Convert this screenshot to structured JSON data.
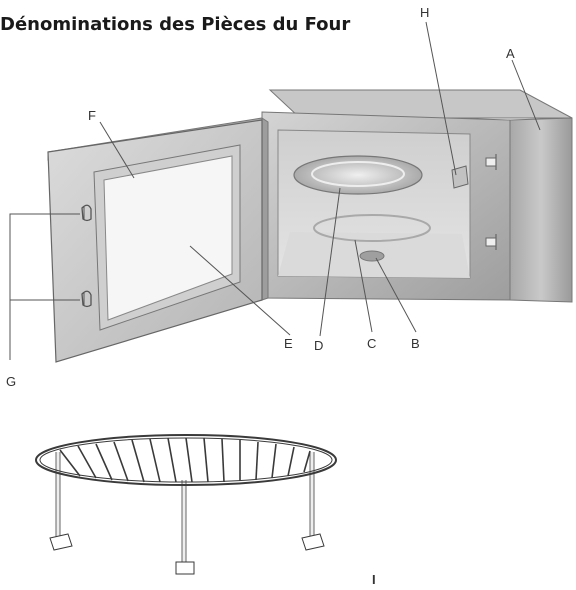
{
  "title": "Dénominations des Pièces du Four",
  "labels": {
    "A": "A",
    "B": "B",
    "C": "C",
    "D": "D",
    "E": "E",
    "F": "F",
    "G": "G",
    "H": "H",
    "I": "I"
  },
  "colors": {
    "body_fill": "#b9b9b9",
    "body_shade": "#8f8f8f",
    "door_fill": "#cfcfcf",
    "cavity_fill": "#d6d6d6",
    "line": "#555555",
    "label_text": "#333333"
  }
}
